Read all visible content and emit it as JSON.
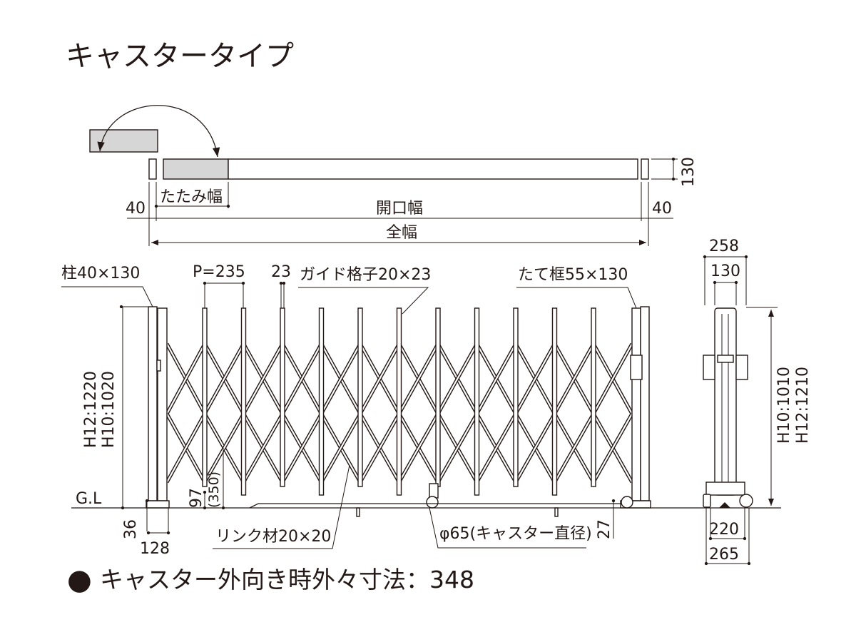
{
  "title": "キャスタータイプ",
  "plan": {
    "fold_width": "たたみ幅",
    "opening_width": "開口幅",
    "total_width": "全幅",
    "left_post": "40",
    "right_post": "40",
    "depth": "130"
  },
  "front": {
    "post_label": "柱40×130",
    "pitch_label": "P=235",
    "guide_gap": "23",
    "guide_label": "ガイド格子20×23",
    "frame_label": "たて框55×130",
    "height_label_1": "H12:1220",
    "height_label_2": "H10:1020",
    "gl_label": "G.L",
    "dim_97": "97",
    "dim_350": "(350)",
    "dim_36": "36",
    "dim_128": "128",
    "link_label": "リンク材20×20",
    "caster_label": "φ65(キャスター直径)",
    "dim_27": "27"
  },
  "side": {
    "width_top": "258",
    "post_depth": "130",
    "height_label_1": "H10:1010",
    "height_label_2": "H12:1210",
    "base_inner": "220",
    "base_outer": "265"
  },
  "note": {
    "bullet": "●",
    "text": "キャスター外向き時外々寸法：348"
  }
}
